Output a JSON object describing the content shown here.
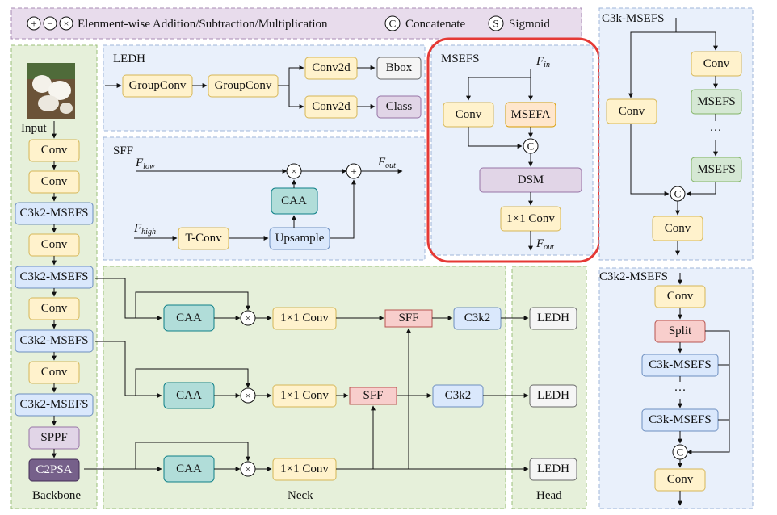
{
  "legend": {
    "ops_label": "Elenment-wise Addition/Subtraction/Multiplication",
    "concat_symbol": "C",
    "concat_label": "Concatenate",
    "sigmoid_symbol": "S",
    "sigmoid_label": "Sigmoid"
  },
  "colors": {
    "conv_fill": "#fff2cc",
    "conv_stroke": "#d6b656",
    "c3k2_fill": "#dae8fc",
    "c3k2_stroke": "#6c8ebf",
    "caa_fill": "#b1ddd9",
    "caa_stroke": "#0e8088",
    "sff_fill": "#f8cecc",
    "sff_stroke": "#b85450",
    "sppf_fill": "#e1d5e7",
    "sppf_stroke": "#9673a6",
    "c2psa_fill": "#76608a",
    "c2psa_stroke": "#432d57",
    "msefs_fill": "#d5e8d4",
    "msefs_stroke": "#82b366",
    "out_fill": "#f5f5f5",
    "out_stroke": "#666666",
    "msefa_fill": "#ffe6cc",
    "msefa_stroke": "#d79b00",
    "highlight": "#e53935"
  },
  "backbone": {
    "input_label": "Input",
    "title": "Backbone",
    "blocks": [
      "Conv",
      "Conv",
      "C3k2-MSEFS",
      "Conv",
      "C3k2-MSEFS",
      "Conv",
      "C3k2-MSEFS",
      "Conv",
      "C3k2-MSEFS",
      "SPPF",
      "C2PSA"
    ]
  },
  "ledh": {
    "title": "LEDH",
    "groupconv1": "GroupConv",
    "groupconv2": "GroupConv",
    "conv2d_top": "Conv2d",
    "conv2d_bottom": "Conv2d",
    "bbox": "Bbox",
    "class": "Class"
  },
  "sff": {
    "title": "SFF",
    "f_low": "F",
    "f_low_sub": "low",
    "f_high": "F",
    "f_high_sub": "high",
    "f_out": "F",
    "f_out_sub": "out",
    "caa": "CAA",
    "tconv": "T-Conv",
    "upsample": "Upsample",
    "mult": "×",
    "add": "+"
  },
  "msefs": {
    "title": "MSEFS",
    "f_in": "F",
    "f_in_sub": "in",
    "conv": "Conv",
    "msefa": "MSEFA",
    "concat": "C",
    "dsm": "DSM",
    "conv1x1": "1×1 Conv",
    "f_out": "F",
    "f_out_sub": "out"
  },
  "c3k_msefs": {
    "title": "C3k-MSEFS",
    "conv_left": "Conv",
    "conv_top": "Conv",
    "msefs_1": "MSEFS",
    "dots": "···",
    "msefs_2": "MSEFS",
    "concat": "C",
    "conv_bottom": "Conv"
  },
  "c3k2_msefs": {
    "title": "C3k2-MSEFS",
    "conv_top": "Conv",
    "split": "Split",
    "c3k_1": "C3k-MSEFS",
    "dots": "···",
    "c3k_2": "C3k-MSEFS",
    "concat": "C",
    "conv_bottom": "Conv"
  },
  "neck": {
    "title": "Neck",
    "caa": "CAA",
    "mult": "×",
    "conv1x1": "1×1 Conv",
    "sff": "SFF",
    "c3k2": "C3k2"
  },
  "head": {
    "title": "Head",
    "ledh": "LEDH"
  }
}
